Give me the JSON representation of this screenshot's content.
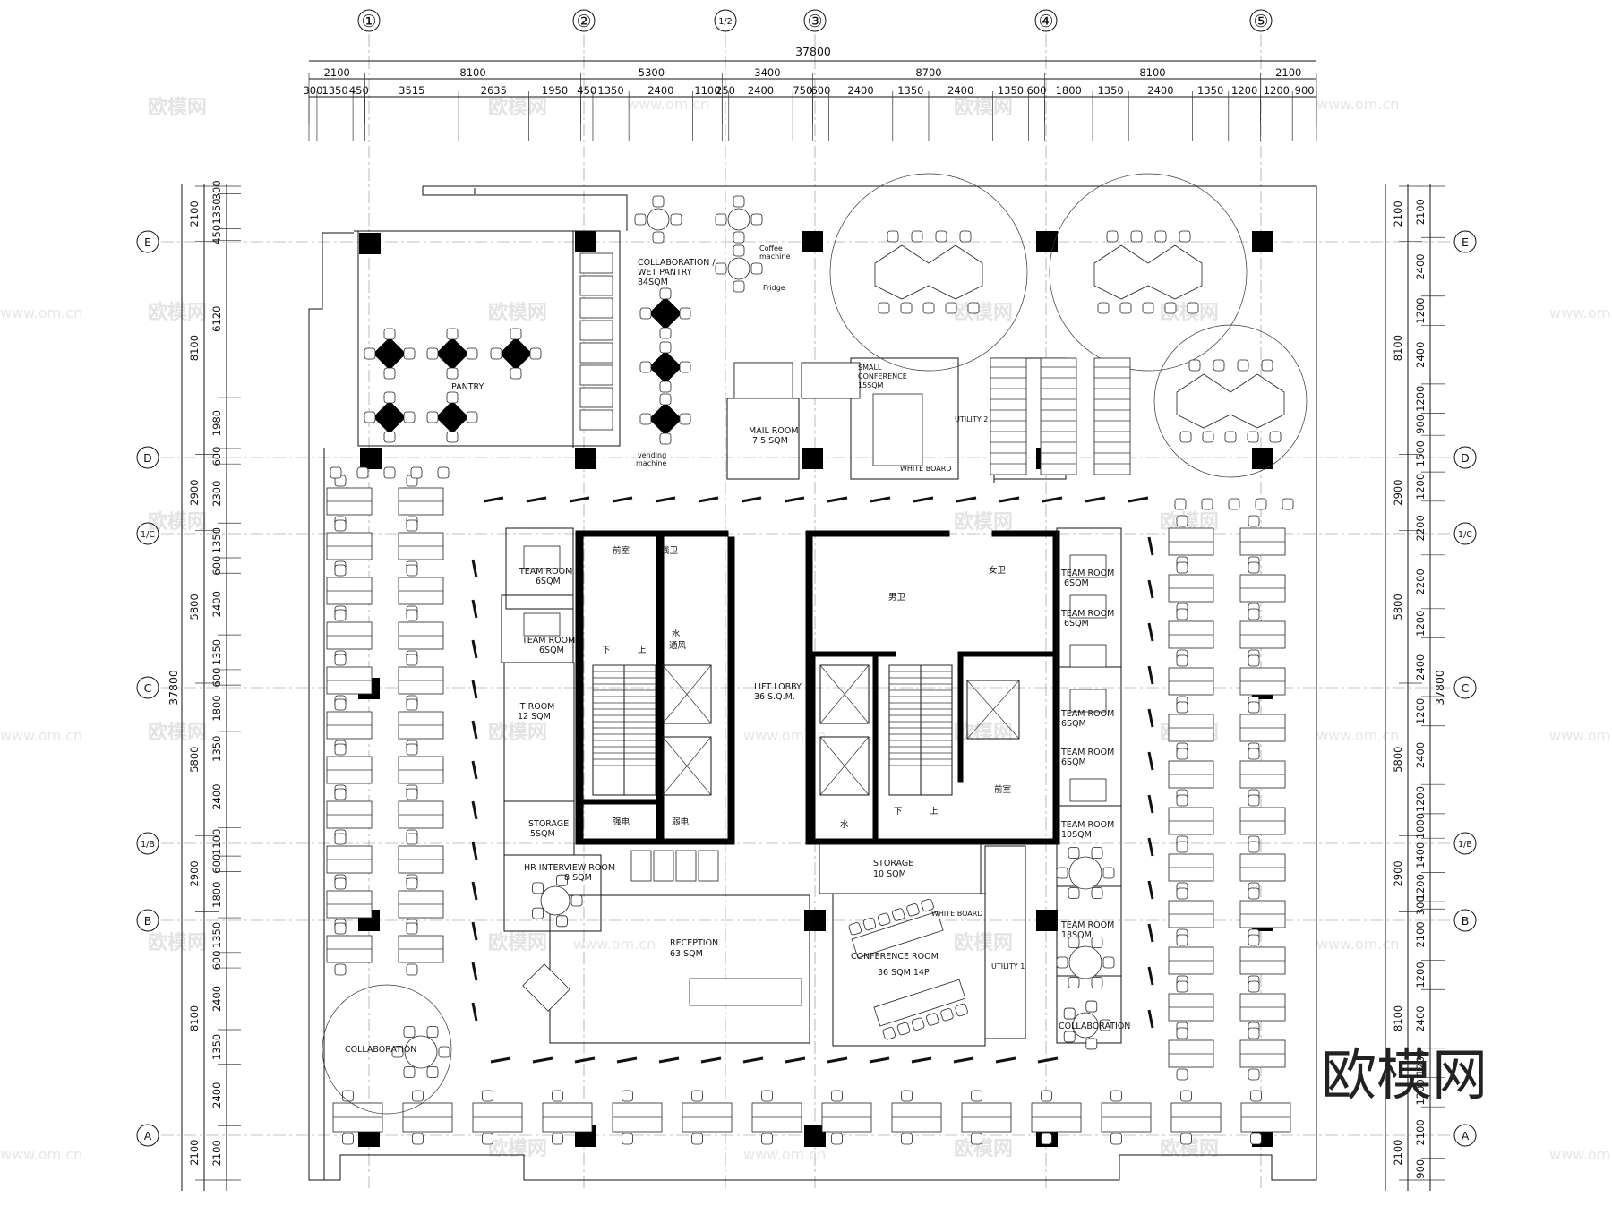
{
  "grid": {
    "columns": [
      "①",
      "②",
      "1/2",
      "③",
      "④",
      "⑤"
    ],
    "rows": [
      "E",
      "D",
      "1/C",
      "C",
      "1/B",
      "B",
      "A"
    ]
  },
  "dims": {
    "top_total": "37800",
    "top_row1": [
      "2100",
      "8100",
      "5300",
      "3400",
      "8700",
      "8100",
      "2100"
    ],
    "top_row2": [
      "300",
      "1350",
      "450",
      "3515",
      "2635",
      "1950",
      "450",
      "1350",
      "2400",
      "1100",
      "250",
      "2400",
      "750",
      "600",
      "2400",
      "1350",
      "2400",
      "1350",
      "600",
      "1800",
      "1350",
      "2400",
      "1350",
      "1200",
      "1200",
      "900"
    ],
    "left_total": "37800",
    "left_row1": [
      "2100",
      "8100",
      "2900",
      "5800",
      "5800",
      "2900",
      "8100",
      "2100"
    ],
    "left_row2": [
      "300",
      "1350",
      "450",
      "6120",
      "1980",
      "600",
      "2300",
      "1350",
      "600",
      "2400",
      "1350",
      "600",
      "1800",
      "1350",
      "2400",
      "1100",
      "600",
      "1800",
      "1350",
      "600",
      "2400",
      "1350",
      "2400",
      "2100"
    ],
    "right_total": "37800",
    "right_row1": [
      "2100",
      "8100",
      "2900",
      "5800",
      "5800",
      "2900",
      "8100",
      "2100"
    ],
    "right_row2": [
      "2100",
      "2400",
      "1200",
      "2400",
      "1200",
      "900",
      "1500",
      "1200",
      "2200",
      "2200",
      "1200",
      "2400",
      "1200",
      "2400",
      "1200",
      "1000",
      "1400",
      "1200",
      "300",
      "2100",
      "1200",
      "2400",
      "1200",
      "1200",
      "2100",
      "900"
    ]
  },
  "rooms": {
    "collab_wet": "COLLABORATION /",
    "collab_wet2": "WET PANTRY",
    "collab_wet3": "84SQM",
    "coffee": "Coffee",
    "coffee2": "machine",
    "fridge": "Fridge",
    "pantry": "PANTRY",
    "vending": "vending",
    "vending2": "machine",
    "mail": "MAIL ROOM",
    "mail2": "7.5 SQM",
    "small_conf": "SMALL",
    "small_conf2": "CONFERENCE",
    "small_conf3": "15SQM",
    "white_board": "WHITE BOARD",
    "utility2": "UTILITY 2",
    "team6a": "TEAM ROOM",
    "team6a2": "6SQM",
    "team6b": "TEAM ROOM",
    "team6b2": "6SQM",
    "it_room": "IT ROOM",
    "it_room2": "12 SQM",
    "storage5": "STORAGE",
    "storage5b": "5SQM",
    "hr": "HR INTERVIEW ROOM",
    "hr2": "8 SQM",
    "lift_lobby": "LIFT LOBBY",
    "lift_lobby2": "36 S.Q.M.",
    "reception": "RECEPTION",
    "reception2": "63 SQM",
    "storage10": "STORAGE",
    "storage10b": "10 SQM",
    "conference": "CONFERENCE  ROOM",
    "conference2": "36 SQM 14P",
    "utility1": "UTILITY 1",
    "team_r1": "TEAM ROOM",
    "team_r1b": "6SQM",
    "team_r2": "TEAM ROOM",
    "team_r2b": "6SQM",
    "team_r3": "TEAM ROOM",
    "team_r3b": "6SQM",
    "team_r4": "TEAM ROOM",
    "team_r4b": "6SQM",
    "team_r5": "TEAM ROOM",
    "team_r5b": "10SQM",
    "team_r6": "TEAM ROOM",
    "team_r6b": "18SQM",
    "collab_l": "COLLABORATION",
    "collab_r": "COLLABORATION",
    "cn_shui": "水",
    "cn_tongfeng": "通风",
    "cn_qiangdian": "强电",
    "cn_ruodian": "弱电",
    "cn_xia": "下",
    "cn_shang": "上",
    "cn_qianshi": "前室",
    "cn_nanwei": "男卫",
    "cn_nvwei": "女卫",
    "cn_canwei": "残卫"
  },
  "watermark": {
    "cn": "欧模网",
    "url": "www.om.cn",
    "logo": "欧模网"
  }
}
